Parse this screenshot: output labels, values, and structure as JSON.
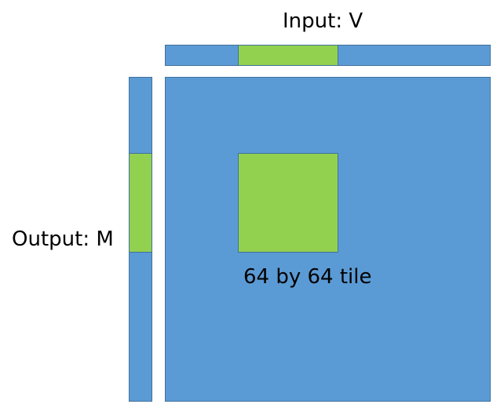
{
  "labels": {
    "input": "Input: V",
    "output": "Output: M",
    "tile": "64 by 64 tile"
  },
  "colors": {
    "matrix_fill": "#5b9bd5",
    "highlight_fill": "#92d050",
    "border": "#41719c"
  }
}
